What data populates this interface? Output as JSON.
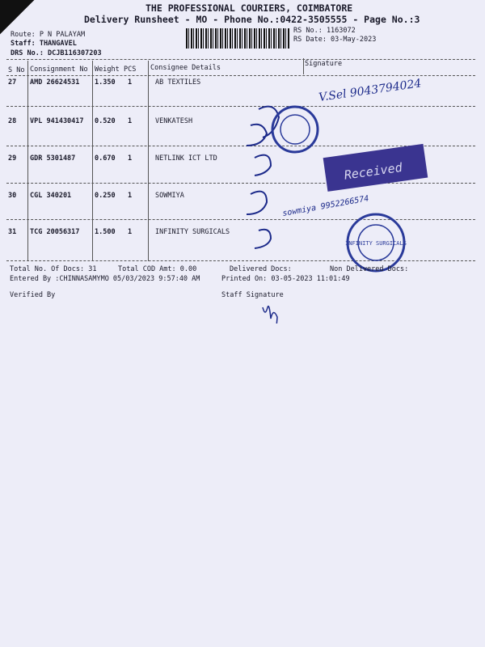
{
  "header": {
    "company": "THE PROFESSIONAL COURIERS, COIMBATORE",
    "subtitle": "Delivery Runsheet - MO - Phone No.:0422-3505555 - Page No.:3",
    "route": "Route: P N PALAYAM",
    "staff": "Staff: THANGAVEL",
    "drs": "DRS No.: DCJB116307203",
    "rs_no": "RS No.: 1163072",
    "rs_date": "RS Date: 03-May-2023"
  },
  "table": {
    "columns": [
      "S No",
      "Consignment No",
      "Weight",
      "PCS",
      "Consignee Details",
      "Signature"
    ],
    "rows": [
      {
        "sno": "27",
        "cn": "AMD 26624531",
        "weight": "1.350",
        "pcs": "1",
        "consignee": "AB TEXTILES"
      },
      {
        "sno": "28",
        "cn": "VPL 941430417",
        "weight": "0.520",
        "pcs": "1",
        "consignee": "VENKATESH"
      },
      {
        "sno": "29",
        "cn": "GDR 5301487",
        "weight": "0.670",
        "pcs": "1",
        "consignee": "NETLINK ICT LTD"
      },
      {
        "sno": "30",
        "cn": "CGL 340201",
        "weight": "0.250",
        "pcs": "1",
        "consignee": "SOWMIYA"
      },
      {
        "sno": "31",
        "cn": "TCG 20056317",
        "weight": "1.500",
        "pcs": "1",
        "consignee": "INFINITY SURGICALS"
      }
    ]
  },
  "footer": {
    "total_docs": "Total No. Of Docs:  31",
    "cod": "Total COD Amt:    0.00",
    "delivered": "Delivered Docs:",
    "non_delivered": "Non Delivered Docs:",
    "entered": "Entered By :CHINNASAMYMO 05/03/2023 9:57:40 AM",
    "printed": "Printed On: 03-05-2023 11:01:49",
    "verified": "Verified By",
    "staff_sig": "Staff Signature"
  },
  "handwriting": {
    "row27": "V.Sel 9043794024",
    "row30": "sowmiya 9952266574"
  },
  "stamps": {
    "received": "Received",
    "infinity": "INFINITY SURGICALS"
  }
}
